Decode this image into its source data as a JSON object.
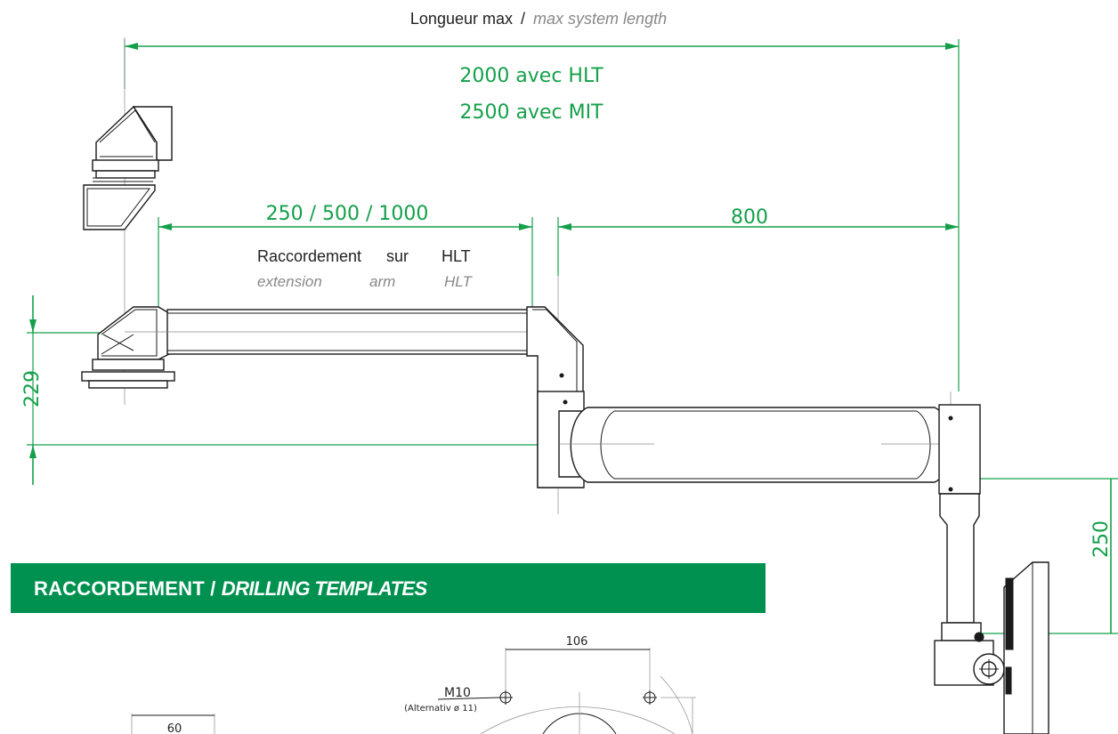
{
  "header": {
    "label_main": "Longueur max",
    "label_sep": "/",
    "label_alt": "max system length"
  },
  "dimensions": {
    "total_hlt": "2000 avec HLT",
    "total_mit": "2500 avec MIT",
    "extension": "250 / 500 / 1000",
    "arm": "800",
    "height_left": "229",
    "height_right": "250"
  },
  "notes": {
    "connection_words": [
      "Raccordement",
      "sur",
      "HLT"
    ],
    "extension_words": [
      "extension",
      "arm",
      "HLT"
    ]
  },
  "banner": {
    "main": "RACCORDEMENT /",
    "alt": "DRILLING TEMPLATES"
  },
  "template": {
    "dim_106": "106",
    "thread": "M10",
    "alternative": "(Alternativ ø 11)",
    "dim_60": "60"
  },
  "colors": {
    "dimension_green": "#14a04a",
    "banner_green": "#009150",
    "outline": "#1a1a1a"
  }
}
